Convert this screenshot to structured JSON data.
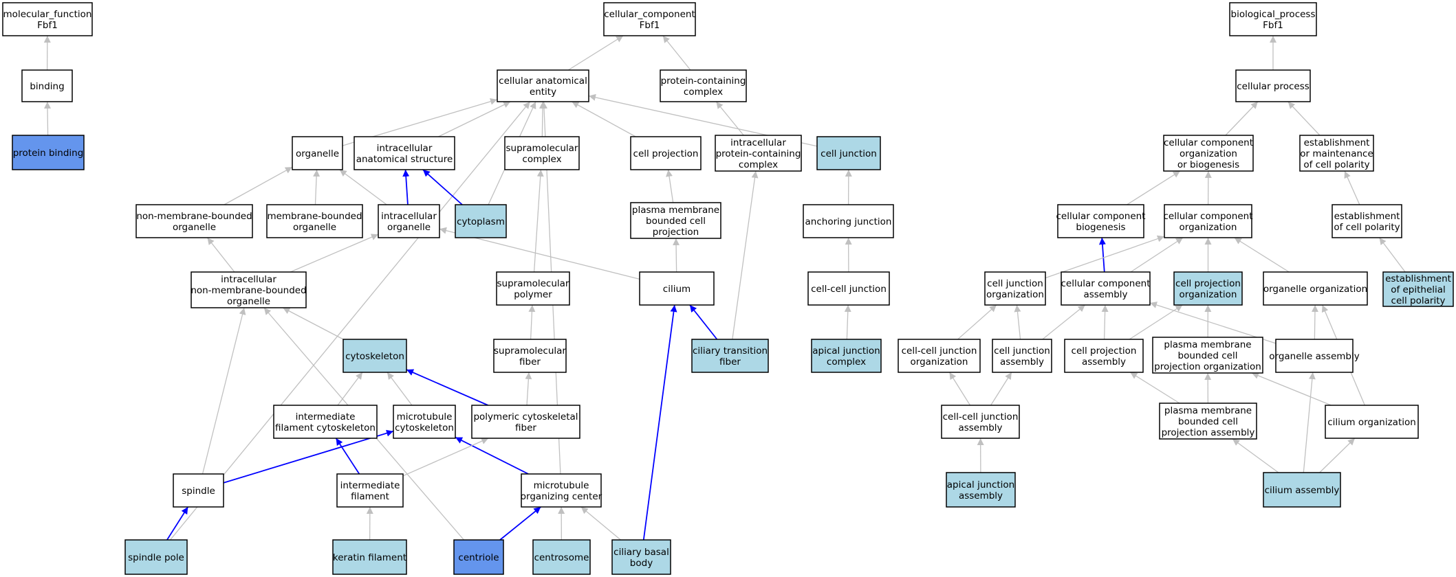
{
  "colors": {
    "node_default": "#ffffff",
    "node_highlight": "#add8e6",
    "node_query": "#6495ed",
    "node_border": "#000000",
    "edge_is_a": "#c0c0c0",
    "edge_part_of": "#0000ff"
  },
  "nodes": [
    {
      "id": "mf",
      "lines": [
        "molecular_function",
        "Fbf1"
      ],
      "kind": "default"
    },
    {
      "id": "binding",
      "lines": [
        "binding"
      ],
      "kind": "default"
    },
    {
      "id": "protein_binding",
      "lines": [
        "protein binding"
      ],
      "kind": "query"
    },
    {
      "id": "cc",
      "lines": [
        "cellular_component",
        "Fbf1"
      ],
      "kind": "default"
    },
    {
      "id": "cae",
      "lines": [
        "cellular anatomical",
        "entity"
      ],
      "kind": "default"
    },
    {
      "id": "pcc",
      "lines": [
        "protein-containing",
        "complex"
      ],
      "kind": "default"
    },
    {
      "id": "organelle",
      "lines": [
        "organelle"
      ],
      "kind": "default"
    },
    {
      "id": "ias",
      "lines": [
        "intracellular",
        "anatomical structure"
      ],
      "kind": "default"
    },
    {
      "id": "smc",
      "lines": [
        "supramolecular",
        "complex"
      ],
      "kind": "default"
    },
    {
      "id": "cproj",
      "lines": [
        "cell projection"
      ],
      "kind": "default"
    },
    {
      "id": "ipcc",
      "lines": [
        "intracellular",
        "protein-containing",
        "complex"
      ],
      "kind": "default"
    },
    {
      "id": "cj",
      "lines": [
        "cell junction"
      ],
      "kind": "highlight"
    },
    {
      "id": "nmbo",
      "lines": [
        "non-membrane-bounded",
        "organelle"
      ],
      "kind": "default"
    },
    {
      "id": "mbo",
      "lines": [
        "membrane-bounded",
        "organelle"
      ],
      "kind": "default"
    },
    {
      "id": "io",
      "lines": [
        "intracellular",
        "organelle"
      ],
      "kind": "default"
    },
    {
      "id": "cytoplasm",
      "lines": [
        "cytoplasm"
      ],
      "kind": "highlight"
    },
    {
      "id": "pmbcp",
      "lines": [
        "plasma membrane",
        "bounded cell",
        "projection"
      ],
      "kind": "default"
    },
    {
      "id": "aj",
      "lines": [
        "anchoring junction"
      ],
      "kind": "default"
    },
    {
      "id": "inmbo",
      "lines": [
        "intracellular",
        "non-membrane-bounded",
        "organelle"
      ],
      "kind": "default"
    },
    {
      "id": "smp",
      "lines": [
        "supramolecular",
        "polymer"
      ],
      "kind": "default"
    },
    {
      "id": "cilium",
      "lines": [
        "cilium"
      ],
      "kind": "default"
    },
    {
      "id": "ccj",
      "lines": [
        "cell-cell junction"
      ],
      "kind": "default"
    },
    {
      "id": "cytoskeleton",
      "lines": [
        "cytoskeleton"
      ],
      "kind": "highlight"
    },
    {
      "id": "smf",
      "lines": [
        "supramolecular",
        "fiber"
      ],
      "kind": "default"
    },
    {
      "id": "ctf",
      "lines": [
        "ciliary transition",
        "fiber"
      ],
      "kind": "highlight"
    },
    {
      "id": "ajc",
      "lines": [
        "apical junction",
        "complex"
      ],
      "kind": "highlight"
    },
    {
      "id": "ifc",
      "lines": [
        "intermediate",
        "filament cytoskeleton"
      ],
      "kind": "default"
    },
    {
      "id": "mtc",
      "lines": [
        "microtubule",
        "cytoskeleton"
      ],
      "kind": "default"
    },
    {
      "id": "pcf",
      "lines": [
        "polymeric cytoskeletal",
        "fiber"
      ],
      "kind": "default"
    },
    {
      "id": "spindle",
      "lines": [
        "spindle"
      ],
      "kind": "default"
    },
    {
      "id": "if",
      "lines": [
        "intermediate",
        "filament"
      ],
      "kind": "default"
    },
    {
      "id": "mtoc",
      "lines": [
        "microtubule",
        "organizing center"
      ],
      "kind": "default"
    },
    {
      "id": "spole",
      "lines": [
        "spindle pole"
      ],
      "kind": "highlight"
    },
    {
      "id": "kf",
      "lines": [
        "keratin filament"
      ],
      "kind": "highlight"
    },
    {
      "id": "centriole",
      "lines": [
        "centriole"
      ],
      "kind": "query"
    },
    {
      "id": "centrosome",
      "lines": [
        "centrosome"
      ],
      "kind": "highlight"
    },
    {
      "id": "cbb",
      "lines": [
        "ciliary basal",
        "body"
      ],
      "kind": "highlight"
    },
    {
      "id": "bp",
      "lines": [
        "biological_process",
        "Fbf1"
      ],
      "kind": "default"
    },
    {
      "id": "cp",
      "lines": [
        "cellular process"
      ],
      "kind": "default"
    },
    {
      "id": "ccob",
      "lines": [
        "cellular component",
        "organization",
        "or biogenesis"
      ],
      "kind": "default"
    },
    {
      "id": "emcp",
      "lines": [
        "establishment",
        "or maintenance",
        "of cell polarity"
      ],
      "kind": "default"
    },
    {
      "id": "ccb",
      "lines": [
        "cellular component",
        "biogenesis"
      ],
      "kind": "default"
    },
    {
      "id": "cco",
      "lines": [
        "cellular component",
        "organization"
      ],
      "kind": "default"
    },
    {
      "id": "ecp",
      "lines": [
        "establishment",
        "of cell polarity"
      ],
      "kind": "default"
    },
    {
      "id": "cjo",
      "lines": [
        "cell junction",
        "organization"
      ],
      "kind": "default"
    },
    {
      "id": "cca",
      "lines": [
        "cellular component",
        "assembly"
      ],
      "kind": "default"
    },
    {
      "id": "cpo",
      "lines": [
        "cell projection",
        "organization"
      ],
      "kind": "highlight"
    },
    {
      "id": "oo",
      "lines": [
        "organelle organization"
      ],
      "kind": "default"
    },
    {
      "id": "eecp",
      "lines": [
        "establishment",
        "of epithelial",
        "cell polarity"
      ],
      "kind": "highlight"
    },
    {
      "id": "ccjo",
      "lines": [
        "cell-cell junction",
        "organization"
      ],
      "kind": "default"
    },
    {
      "id": "cja",
      "lines": [
        "cell junction",
        "assembly"
      ],
      "kind": "default"
    },
    {
      "id": "cpa",
      "lines": [
        "cell projection",
        "assembly"
      ],
      "kind": "default"
    },
    {
      "id": "pmbcpo",
      "lines": [
        "plasma membrane",
        "bounded cell",
        "projection organization"
      ],
      "kind": "default"
    },
    {
      "id": "oa",
      "lines": [
        "organelle assembly"
      ],
      "kind": "default"
    },
    {
      "id": "ccja",
      "lines": [
        "cell-cell junction",
        "assembly"
      ],
      "kind": "default"
    },
    {
      "id": "pmbcpa",
      "lines": [
        "plasma membrane",
        "bounded cell",
        "projection assembly"
      ],
      "kind": "default"
    },
    {
      "id": "co",
      "lines": [
        "cilium organization"
      ],
      "kind": "default"
    },
    {
      "id": "aja",
      "lines": [
        "apical junction",
        "assembly"
      ],
      "kind": "highlight"
    },
    {
      "id": "ca",
      "lines": [
        "cilium assembly"
      ],
      "kind": "highlight"
    }
  ],
  "edges": [
    {
      "from": "binding",
      "to": "mf",
      "rel": "is_a"
    },
    {
      "from": "protein_binding",
      "to": "binding",
      "rel": "is_a"
    },
    {
      "from": "cae",
      "to": "cc",
      "rel": "is_a"
    },
    {
      "from": "pcc",
      "to": "cc",
      "rel": "is_a"
    },
    {
      "from": "organelle",
      "to": "cae",
      "rel": "is_a"
    },
    {
      "from": "ias",
      "to": "cae",
      "rel": "is_a"
    },
    {
      "from": "smc",
      "to": "cae",
      "rel": "is_a"
    },
    {
      "from": "cproj",
      "to": "cae",
      "rel": "is_a"
    },
    {
      "from": "cj",
      "to": "cae",
      "rel": "is_a"
    },
    {
      "from": "cytoplasm",
      "to": "cae",
      "rel": "is_a"
    },
    {
      "from": "spole",
      "to": "cae",
      "rel": "is_a"
    },
    {
      "from": "mtoc",
      "to": "cae",
      "rel": "is_a"
    },
    {
      "from": "ipcc",
      "to": "pcc",
      "rel": "is_a"
    },
    {
      "from": "nmbo",
      "to": "organelle",
      "rel": "is_a"
    },
    {
      "from": "mbo",
      "to": "organelle",
      "rel": "is_a"
    },
    {
      "from": "io",
      "to": "organelle",
      "rel": "is_a"
    },
    {
      "from": "io",
      "to": "ias",
      "rel": "part_of"
    },
    {
      "from": "cytoplasm",
      "to": "ias",
      "rel": "part_of"
    },
    {
      "from": "smp",
      "to": "smc",
      "rel": "is_a"
    },
    {
      "from": "pmbcp",
      "to": "cproj",
      "rel": "is_a"
    },
    {
      "from": "ctf",
      "to": "ipcc",
      "rel": "is_a"
    },
    {
      "from": "aj",
      "to": "cj",
      "rel": "is_a"
    },
    {
      "from": "inmbo",
      "to": "nmbo",
      "rel": "is_a"
    },
    {
      "from": "inmbo",
      "to": "io",
      "rel": "is_a"
    },
    {
      "from": "cilium",
      "to": "io",
      "rel": "is_a"
    },
    {
      "from": "cilium",
      "to": "pmbcp",
      "rel": "is_a"
    },
    {
      "from": "ccj",
      "to": "aj",
      "rel": "is_a"
    },
    {
      "from": "cytoskeleton",
      "to": "inmbo",
      "rel": "is_a"
    },
    {
      "from": "spindle",
      "to": "inmbo",
      "rel": "is_a"
    },
    {
      "from": "centriole",
      "to": "inmbo",
      "rel": "is_a"
    },
    {
      "from": "smf",
      "to": "smp",
      "rel": "is_a"
    },
    {
      "from": "ctf",
      "to": "cilium",
      "rel": "part_of"
    },
    {
      "from": "cbb",
      "to": "cilium",
      "rel": "part_of"
    },
    {
      "from": "ajc",
      "to": "ccj",
      "rel": "is_a"
    },
    {
      "from": "ifc",
      "to": "cytoskeleton",
      "rel": "is_a"
    },
    {
      "from": "mtc",
      "to": "cytoskeleton",
      "rel": "is_a"
    },
    {
      "from": "pcf",
      "to": "cytoskeleton",
      "rel": "part_of"
    },
    {
      "from": "pcf",
      "to": "smf",
      "rel": "is_a"
    },
    {
      "from": "if",
      "to": "ifc",
      "rel": "part_of"
    },
    {
      "from": "spindle",
      "to": "mtc",
      "rel": "part_of"
    },
    {
      "from": "mtoc",
      "to": "mtc",
      "rel": "part_of"
    },
    {
      "from": "if",
      "to": "pcf",
      "rel": "is_a"
    },
    {
      "from": "spole",
      "to": "spindle",
      "rel": "part_of"
    },
    {
      "from": "kf",
      "to": "if",
      "rel": "is_a"
    },
    {
      "from": "centriole",
      "to": "mtoc",
      "rel": "part_of"
    },
    {
      "from": "centrosome",
      "to": "mtoc",
      "rel": "is_a"
    },
    {
      "from": "cbb",
      "to": "mtoc",
      "rel": "is_a"
    },
    {
      "from": "cp",
      "to": "bp",
      "rel": "is_a"
    },
    {
      "from": "ccob",
      "to": "cp",
      "rel": "is_a"
    },
    {
      "from": "emcp",
      "to": "cp",
      "rel": "is_a"
    },
    {
      "from": "ccb",
      "to": "ccob",
      "rel": "is_a"
    },
    {
      "from": "cco",
      "to": "ccob",
      "rel": "is_a"
    },
    {
      "from": "ecp",
      "to": "emcp",
      "rel": "is_a"
    },
    {
      "from": "cca",
      "to": "ccb",
      "rel": "part_of"
    },
    {
      "from": "cjo",
      "to": "cco",
      "rel": "is_a"
    },
    {
      "from": "cca",
      "to": "cco",
      "rel": "is_a"
    },
    {
      "from": "cpo",
      "to": "cco",
      "rel": "is_a"
    },
    {
      "from": "oo",
      "to": "cco",
      "rel": "is_a"
    },
    {
      "from": "eecp",
      "to": "ecp",
      "rel": "is_a"
    },
    {
      "from": "ccjo",
      "to": "cjo",
      "rel": "is_a"
    },
    {
      "from": "cja",
      "to": "cjo",
      "rel": "is_a"
    },
    {
      "from": "cja",
      "to": "cca",
      "rel": "is_a"
    },
    {
      "from": "cpa",
      "to": "cca",
      "rel": "is_a"
    },
    {
      "from": "oa",
      "to": "cca",
      "rel": "is_a"
    },
    {
      "from": "cpa",
      "to": "cpo",
      "rel": "is_a"
    },
    {
      "from": "pmbcpo",
      "to": "cpo",
      "rel": "is_a"
    },
    {
      "from": "oa",
      "to": "oo",
      "rel": "is_a"
    },
    {
      "from": "co",
      "to": "oo",
      "rel": "is_a"
    },
    {
      "from": "ccja",
      "to": "ccjo",
      "rel": "is_a"
    },
    {
      "from": "ccja",
      "to": "cja",
      "rel": "is_a"
    },
    {
      "from": "pmbcpa",
      "to": "cpa",
      "rel": "is_a"
    },
    {
      "from": "pmbcpa",
      "to": "pmbcpo",
      "rel": "is_a"
    },
    {
      "from": "co",
      "to": "pmbcpo",
      "rel": "is_a"
    },
    {
      "from": "ca",
      "to": "oa",
      "rel": "is_a"
    },
    {
      "from": "aja",
      "to": "ccja",
      "rel": "is_a"
    },
    {
      "from": "ca",
      "to": "pmbcpa",
      "rel": "is_a"
    },
    {
      "from": "ca",
      "to": "co",
      "rel": "is_a"
    }
  ]
}
